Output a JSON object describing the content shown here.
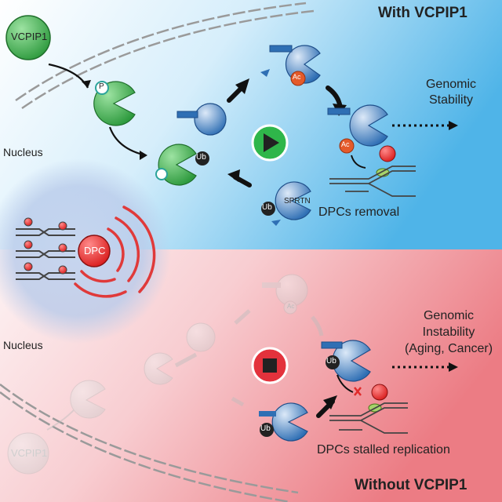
{
  "top": {
    "title": "With VCPIP1",
    "compartment": "Nucleus",
    "enzyme": "VCPIP1",
    "phospho_badge": "P",
    "ubiquitin_badge": "Ub",
    "acetyl_badge": "Ac",
    "sprtn_label": "SPRTN",
    "outcome": "Genomic\nStability",
    "dna_label": "DPCs removal",
    "play_icon": "play-icon"
  },
  "center": {
    "lesion_label": "DPC"
  },
  "bottom": {
    "title": "Without VCPIP1",
    "compartment": "Nucleus",
    "enzyme": "VCPIP1",
    "ubiquitin_badge": "Ub",
    "acetyl_badge": "Ac",
    "outcome": "Genomic\nInstability\n(Aging, Cancer)",
    "dna_label": "DPCs stalled replication",
    "stop_icon": "stop-icon"
  },
  "colors": {
    "top_bg": "#4fb4e8",
    "bottom_bg": "#ec7c84",
    "vcpip1_green": "#3fb04f",
    "sprtn_blue": "#2f6fb4",
    "acetyl_orange": "#e45a2a",
    "dpc_red": "#e02a2a",
    "play_green": "#2fb64a",
    "stop_red": "#e3323c"
  }
}
